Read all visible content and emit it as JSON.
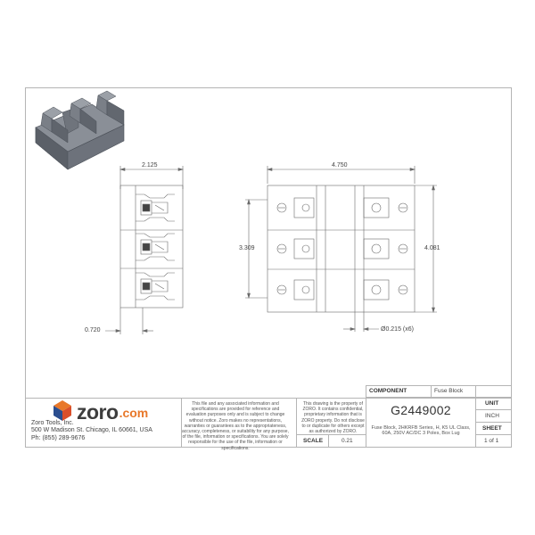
{
  "dimensions": {
    "side_width": "2.125",
    "side_depth": "0.720",
    "front_width": "4.750",
    "front_inner_height": "3.309",
    "front_height": "4.081",
    "hole_callout": "Ø0.215 (x6)"
  },
  "brand": {
    "logo_main": "zoro",
    "logo_suffix": ".com",
    "cube_color_left": "#2b4e8f",
    "cube_color_top": "#e8782a",
    "cube_color_right": "#d94f2b",
    "company_lines": [
      "Zoro Tools, Inc.",
      "500 W Madison St. Chicago, IL 60661, USA",
      "Ph: (855) 289-9676"
    ]
  },
  "disclaimer": "This file and any associated information and specifications are provided for reference and evaluation purposes only and is subject to change without notice. Zoro makes no representations, warranties or guarantees as to the appropriateness, accuracy, completeness, or suitability for any purpose, of the file, information or specifications. You are solely responsible for the use of the file, information or specifications.",
  "property_notice": "This drawing is the property of ZORO. It contains confidential, proprietary information that is ZORO property. Do not disclose to or duplicate for others except as authorized by ZORO.",
  "title_block": {
    "component_label": "COMPONENT",
    "component_value": "Fuse Block",
    "part_number": "G2449002",
    "description": "Fuse Block, 2HKRFB Series, H, K5 UL Class, 60A, 250V AC/DC 3 Poles, Box Lug",
    "unit_label": "UNIT",
    "unit_value": "INCH",
    "sheet_label": "SHEET",
    "sheet_value": "1 of 1",
    "scale_label": "SCALE",
    "scale_value": "0.21"
  }
}
